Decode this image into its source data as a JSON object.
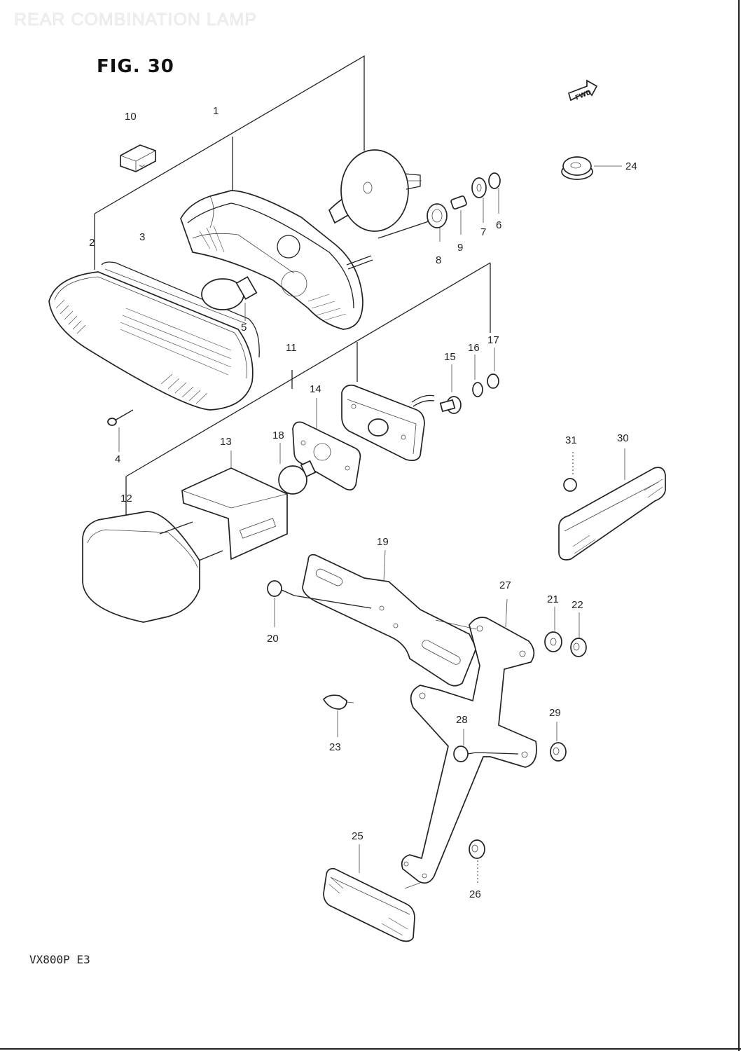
{
  "header_watermark": "REAR COMBINATION LAMP",
  "figure_label": "FIG. 30",
  "direction_marker": "FWD",
  "model_code": "VX800P  E3",
  "part_numbers": [
    "1",
    "2",
    "3",
    "4",
    "5",
    "6",
    "7",
    "8",
    "9",
    "10",
    "11",
    "12",
    "13",
    "14",
    "15",
    "16",
    "17",
    "18",
    "19",
    "20",
    "21",
    "22",
    "23",
    "24",
    "25",
    "26",
    "27",
    "28",
    "29",
    "30",
    "31"
  ]
}
